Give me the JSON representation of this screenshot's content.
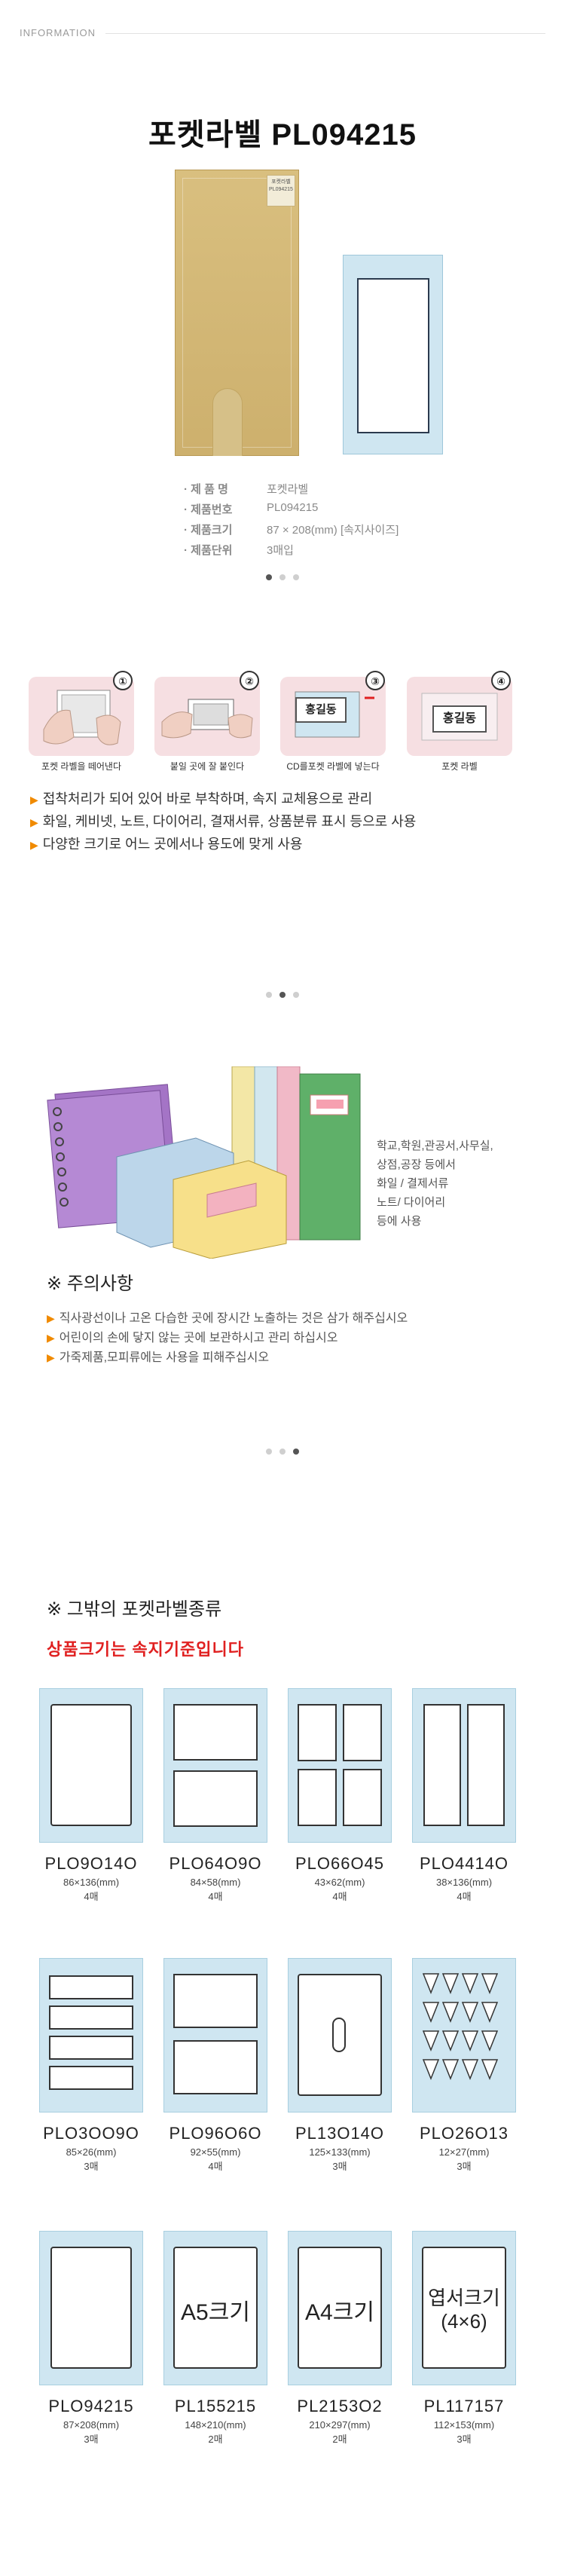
{
  "header": {
    "label": "INFORMATION"
  },
  "product": {
    "title": "포켓라벨 PL094215",
    "pocket_label": "포켓라벨 PL094215",
    "specs": [
      {
        "key": "· 제 품 명",
        "value": "포켓라벨"
      },
      {
        "key": "· 제품번호",
        "value": "PL094215"
      },
      {
        "key": "· 제품크기",
        "value": "87 × 208(mm) [속지사이즈]"
      },
      {
        "key": "· 제품단위",
        "value": "3매입"
      }
    ]
  },
  "steps": {
    "items": [
      {
        "num": "①",
        "caption": "포켓 라벨을 떼어낸다"
      },
      {
        "num": "②",
        "caption": "붙일 곳에 잘 붙인다"
      },
      {
        "num": "③",
        "caption": "CD를포켓 라벨에 넣는다",
        "name": "홍길동"
      },
      {
        "num": "④",
        "caption": "포켓 라벨",
        "name": "홍길동"
      }
    ],
    "bullets": [
      "접착처리가 되어 있어 바로 부착하며, 속지 교체용으로 관리",
      "화일, 케비넷, 노트, 다이어리, 결재서류, 상품분류 표시 등으로 사용",
      "다양한 크기로 어느 곳에서나 용도에 맞게 사용"
    ]
  },
  "usage": {
    "lines": [
      "학교,학원,관공서,사무실,",
      "상점,공장 등에서",
      "화일 / 결제서류",
      "노트/ 다이어리",
      "등에 사용"
    ]
  },
  "caution": {
    "title": "※ 주의사항",
    "lines": [
      "직사광선이나 고온 다습한 곳에 장시간 노출하는 것은 삼가 해주십시오",
      "어린이의 손에 닿지 않는 곳에 보관하시고 관리 하십시오",
      "가죽제품,모피류에는 사용을 피해주십시오"
    ]
  },
  "others": {
    "title": "※ 그밖의 포켓라벨종류",
    "subtitle": "상품크기는 속지기준입니다",
    "products": [
      {
        "code": "PLO9O14O",
        "size": "86×136(mm)",
        "qty": "4매"
      },
      {
        "code": "PLO64O9O",
        "size": "84×58(mm)",
        "qty": "4매"
      },
      {
        "code": "PLO66O45",
        "size": "43×62(mm)",
        "qty": "4매"
      },
      {
        "code": "PLO4414O",
        "size": "38×136(mm)",
        "qty": "4매"
      },
      {
        "code": "PLO3OO9O",
        "size": "85×26(mm)",
        "qty": "3매"
      },
      {
        "code": "PLO96O6O",
        "size": "92×55(mm)",
        "qty": "4매"
      },
      {
        "code": "PL13O14O",
        "size": "125×133(mm)",
        "qty": "3매"
      },
      {
        "code": "PLO26O13",
        "size": "12×27(mm)",
        "qty": "3매"
      },
      {
        "code": "PLO94215",
        "size": "87×208(mm)",
        "qty": "3매"
      },
      {
        "code": "PL155215",
        "size": "148×210(mm)",
        "qty": "2매",
        "label": "A5크기"
      },
      {
        "code": "PL2153O2",
        "size": "210×297(mm)",
        "qty": "2매",
        "label": "A4크기"
      },
      {
        "code": "PL117157",
        "size": "112×153(mm)",
        "qty": "3매",
        "label": "엽서크기",
        "label2": "(4×6)"
      }
    ]
  }
}
